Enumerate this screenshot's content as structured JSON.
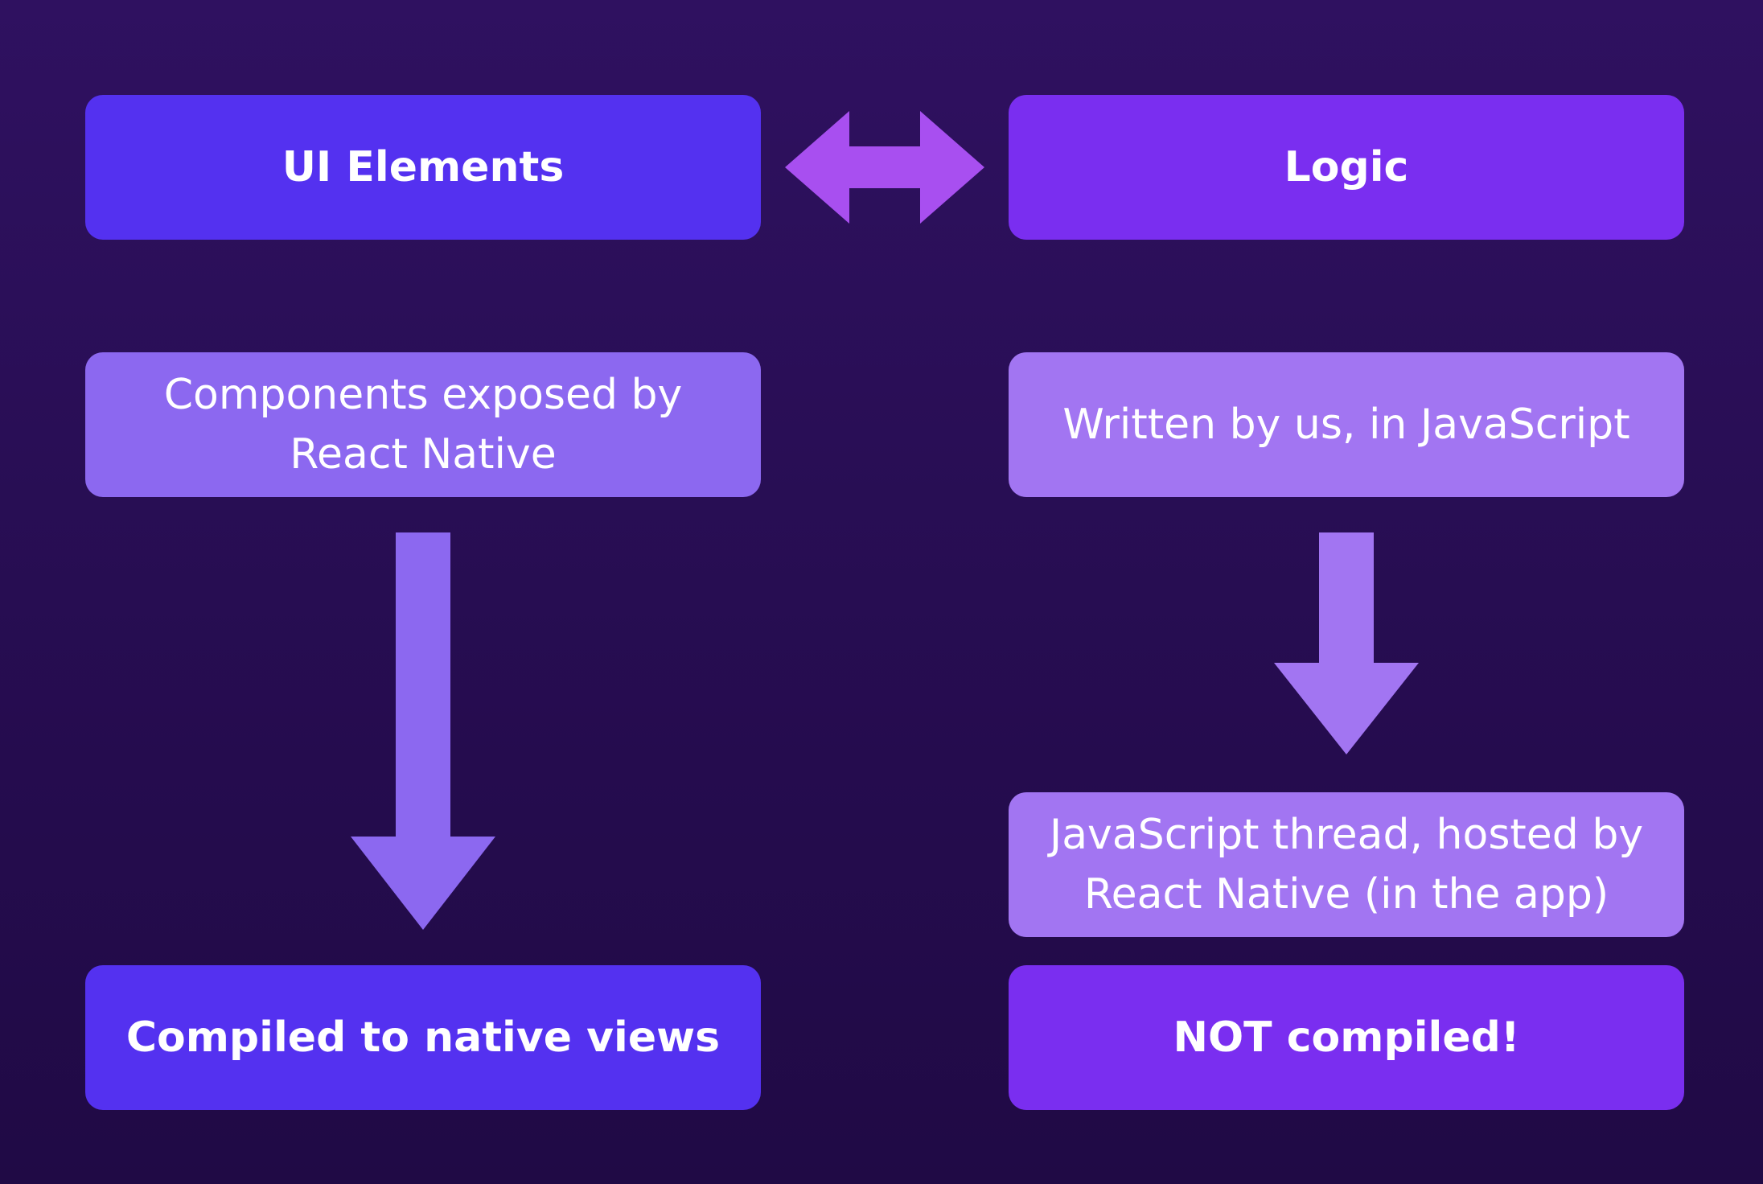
{
  "colors": {
    "background": "#270d52",
    "indigo": "#5431f0",
    "violet": "#7a2ef0",
    "lavender_blue": "#8c68f0",
    "lavender_purple": "#a275f2",
    "bidirectional_arrow": "#a84ff0"
  },
  "left_column": {
    "header": "UI Elements",
    "description": "Components exposed by React Native",
    "result": "Compiled to native views"
  },
  "right_column": {
    "header": "Logic",
    "description": "Written by us, in JavaScript",
    "runtime": "JavaScript thread, hosted by React Native (in the app)",
    "result": "NOT compiled!"
  },
  "arrows": {
    "header_link": "double-headed-arrow",
    "left_flow": "down-arrow",
    "right_flow": "down-arrow"
  }
}
